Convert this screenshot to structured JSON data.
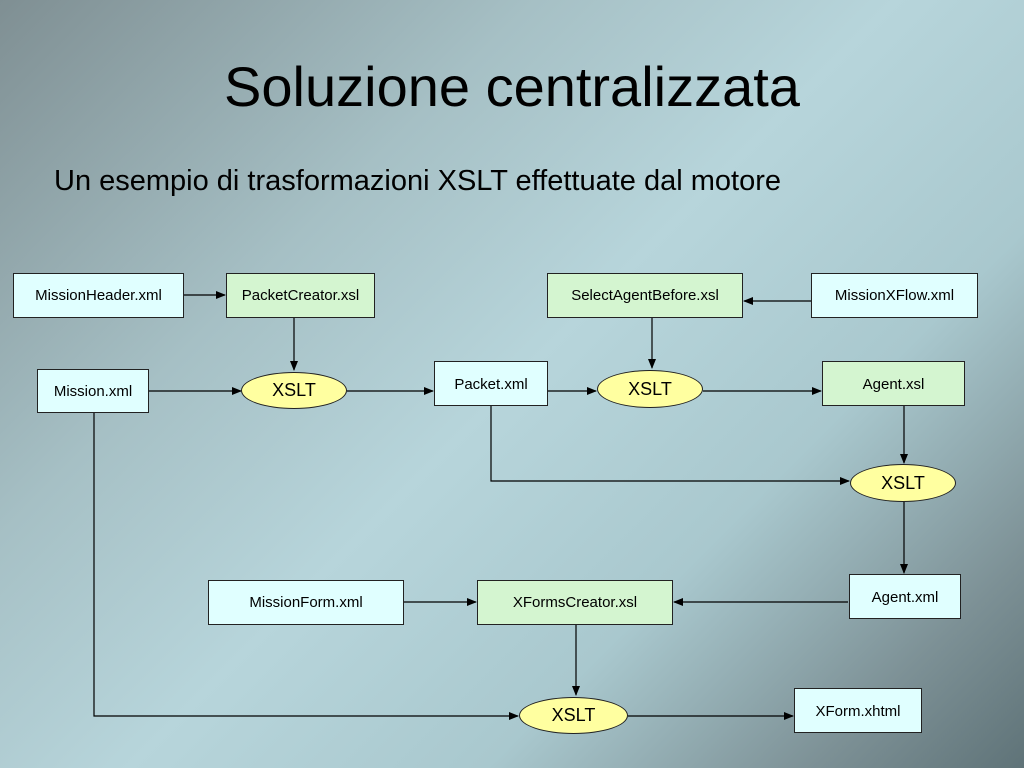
{
  "title": "Soluzione centralizzata",
  "subtitle": "Un esempio di trasformazioni XSLT effettuate dal motore",
  "nodes": {
    "mission_header": "MissionHeader.xml",
    "packet_creator": "PacketCreator.xsl",
    "select_agent_before": "SelectAgentBefore.xsl",
    "mission_xflow": "MissionXFlow.xml",
    "mission": "Mission.xml",
    "packet": "Packet.xml",
    "agent_xsl": "Agent.xsl",
    "mission_form": "MissionForm.xml",
    "xforms_creator": "XFormsCreator.xsl",
    "agent_xml": "Agent.xml",
    "xform_xhtml": "XForm.xhtml"
  },
  "processors": {
    "xslt_1": "XSLT",
    "xslt_2": "XSLT",
    "xslt_3": "XSLT",
    "xslt_4": "XSLT"
  },
  "colors": {
    "xml_fill": "#e0ffff",
    "xsl_fill": "#d4f5d0",
    "xslt_fill": "#ffffa0"
  }
}
